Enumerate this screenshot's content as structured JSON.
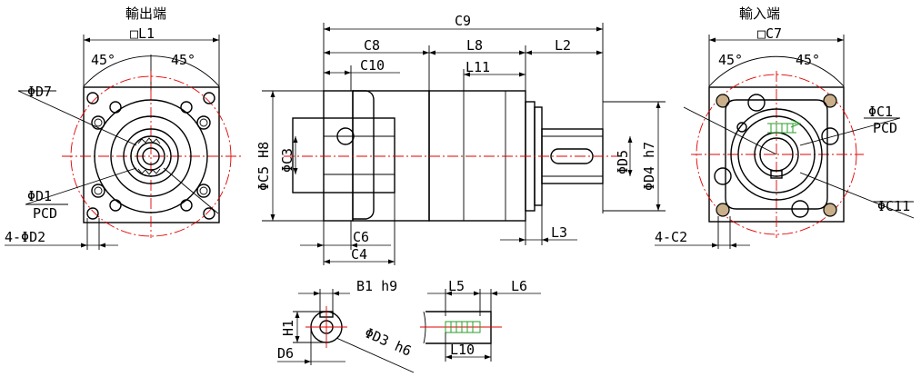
{
  "views": {
    "output_end": {
      "title": "輸出端",
      "square_label": "□L1",
      "angle_left": "45°",
      "angle_right": "45°",
      "d7": "ΦD7",
      "d1": "ΦD1",
      "pcd": "PCD",
      "holes": "4-ΦD2"
    },
    "input_end": {
      "title": "輸入端",
      "square_label": "□C7",
      "angle_left": "45°",
      "angle_right": "45°",
      "c1": "ΦC1",
      "pcd": "PCD",
      "c11": "ΦC11",
      "holes": "4-C2"
    },
    "side": {
      "c9": "C9",
      "c8": "C8",
      "l8": "L8",
      "l2": "L2",
      "c10": "C10",
      "l11": "L11",
      "c5": "ΦC5 H8",
      "c3": "ΦC3",
      "d5": "ΦD5",
      "d4": "ΦD4 h7",
      "c6": "C6",
      "c4": "C4",
      "l3": "L3"
    },
    "key_section": {
      "b1": "B1 h9",
      "h1": "H1",
      "d6": "D6",
      "d3": "ΦD3 h6"
    },
    "key_side": {
      "l5": "L5",
      "l6": "L6",
      "l10": "L10"
    }
  },
  "colors": {
    "line": "#000000",
    "center_line": "#e00000",
    "hidden_thread": "#2a9d2a",
    "bolt_fill": "#c9b08a"
  }
}
